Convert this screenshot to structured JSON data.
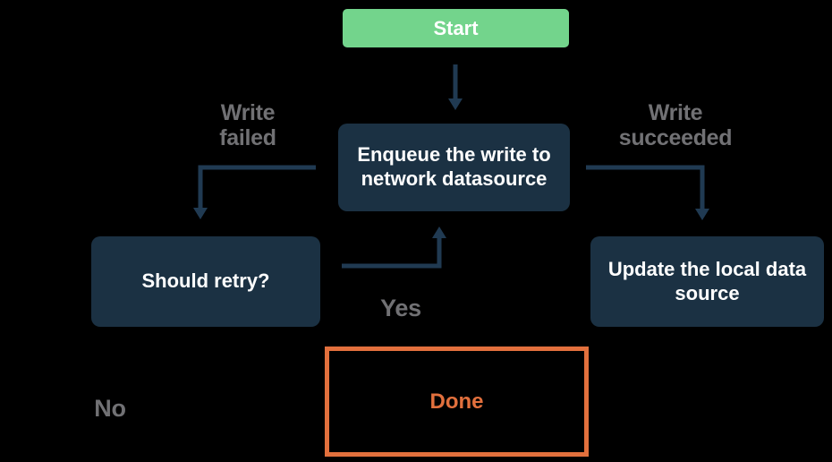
{
  "diagram": {
    "type": "flowchart",
    "background_color": "#000000",
    "colors": {
      "start_node_fill": "#73d48c",
      "process_node_fill": "#1b3143",
      "node_text": "#ffffff",
      "arrow": "#203a52",
      "edge_label_text": "#717174",
      "done_border_and_text": "#e2703d"
    },
    "nodes": {
      "start": {
        "label": "Start"
      },
      "enqueue": {
        "label": "Enqueue the write to network datasource"
      },
      "retry": {
        "label": "Should retry?"
      },
      "update": {
        "label": "Update the local data source"
      },
      "done": {
        "label": "Done"
      }
    },
    "edges": [
      {
        "from": "start",
        "to": "enqueue",
        "label": ""
      },
      {
        "from": "enqueue",
        "to": "retry",
        "label": "Write failed"
      },
      {
        "from": "enqueue",
        "to": "update",
        "label": "Write succeeded"
      },
      {
        "from": "retry",
        "to": "enqueue",
        "label": "Yes"
      },
      {
        "from": "retry",
        "to": "done",
        "label": "No"
      }
    ],
    "edge_labels": {
      "write_failed": "Write failed",
      "write_succeeded": "Write succeeded",
      "yes": "Yes",
      "no": "No"
    }
  }
}
